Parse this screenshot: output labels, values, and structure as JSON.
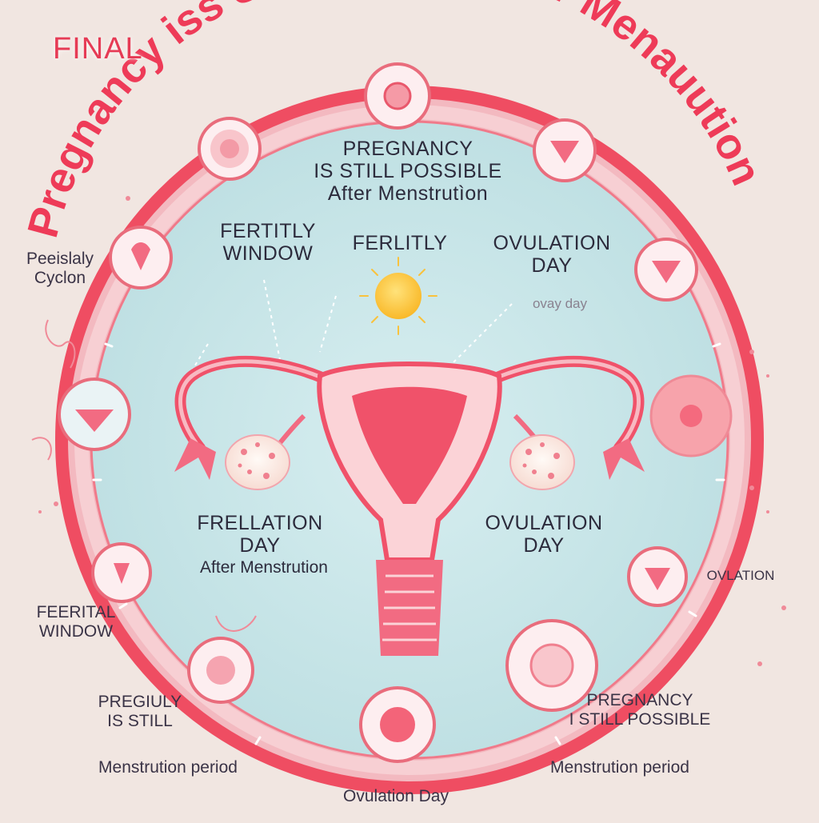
{
  "title_arc": "Pregnancy iss Stil pull ble After Menauution",
  "final_label": "FINAL",
  "center_caption": "PREGNANCY\nIS STILL POSSIBLE\nAfter Menstrutìon",
  "inner_labels": {
    "fertility_window": "FERTITLY\nWINDOW",
    "ferlitly": "FERLITLY",
    "ovulation_day_top": "OVULATION\nDAY",
    "faded_day": "ovay day",
    "frellation_day": "FRELLATION\nDAY",
    "after_menstruation": "After Menstrution",
    "ovulation_day_mid": "OVULATION\nDAY"
  },
  "outer_labels": {
    "peeislay_cyclon": "Peeislaly\nCyclon",
    "ferertal_window": "FEERITAL\nWINDOW",
    "pregiuly_still": "PREGIULY\nIS STILL",
    "menstruation_period_left": "Menstrution period",
    "ovulation_day_bottom": "Ovulation Day",
    "menstruation_period_right": "Menstrution period",
    "pregnancy_still_possible": "PREGNANCY\nI STILL POSSIBLE",
    "ovlation": "OVLATION"
  },
  "colors": {
    "background": "#f1e6e1",
    "ring": "#ef4d62",
    "inner_fill": "#c9e6e8",
    "accent": "#e63b55",
    "uterus": "#f26b82",
    "uterus_light": "#fbd3d7",
    "sun": "#ffc93a"
  }
}
